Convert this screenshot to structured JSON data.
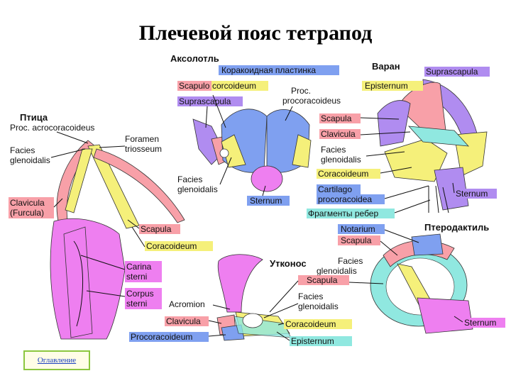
{
  "title": "Плечевой пояс тетрапод",
  "nav_label": "Оглавление",
  "colors": {
    "pink": "#f8a0a8",
    "magenta": "#ee7ff0",
    "blue": "#7fa0f0",
    "yellow": "#f5f07a",
    "purple": "#b08cf0",
    "lightyellow": "#fbf6b0",
    "cyan": "#90e8e0"
  },
  "animals": {
    "axolotl": "Аксолотль",
    "monitor": "Варан",
    "bird": "Птица",
    "platypus": "Утконос",
    "pterodactyl": "Птеродактиль"
  },
  "labels": {
    "korak_plast": "Коракоидная пластинка",
    "scapulocorc_a": "Scapulo",
    "scapulocorc_b": "corcoideum",
    "suprascap_ax": "Suprascapula",
    "proc_proc1": "Proc.",
    "proc_proc2": "procoracoideus",
    "facies_ax1": "Facies",
    "facies_ax2": "glenoidalis",
    "sternum_ax": "Sternum",
    "suprascap_v": "Suprascapula",
    "episternum_v": "Episternum",
    "scapula_v": "Scapula",
    "clavicula_v": "Clavicula",
    "facies_v1": "Facies",
    "facies_v2": "glenoidalis",
    "coracoideum_v": "Coracoideum",
    "cartilago1": "Cartilago",
    "cartilago2": "procoracoidea",
    "sternum_v": "Sternum",
    "fragments": "Фрагменты ребер",
    "proc_acro": "Proc. acrocoracoideus",
    "foramen1": "Foramen",
    "foramen2": "triosseum",
    "facies_b1": "Facies",
    "facies_b2": "glenoidalis",
    "clavicula_b1": "Clavicula",
    "clavicula_b2": "(Furcula)",
    "scapula_b": "Scapula",
    "coracoideum_b": "Coracoideum",
    "carina1": "Carina",
    "carina2": "sterni",
    "corpus1": "Corpus",
    "corpus2": "sterni",
    "acromion": "Acromion",
    "clavicula_p": "Clavicula",
    "procoracoideum_p": "Procoracoideum",
    "facies_p1": "Facies",
    "facies_p2": "glenoidalis",
    "scapula_p": "Scapula",
    "facies_p3": "Facies",
    "facies_p4": "glenoidalis",
    "coracoideum_p": "Coracoideum",
    "episternum_p": "Episternum",
    "notarium": "Notarium",
    "scapula_pt": "Scapula",
    "sternum_pt": "Sternum"
  }
}
